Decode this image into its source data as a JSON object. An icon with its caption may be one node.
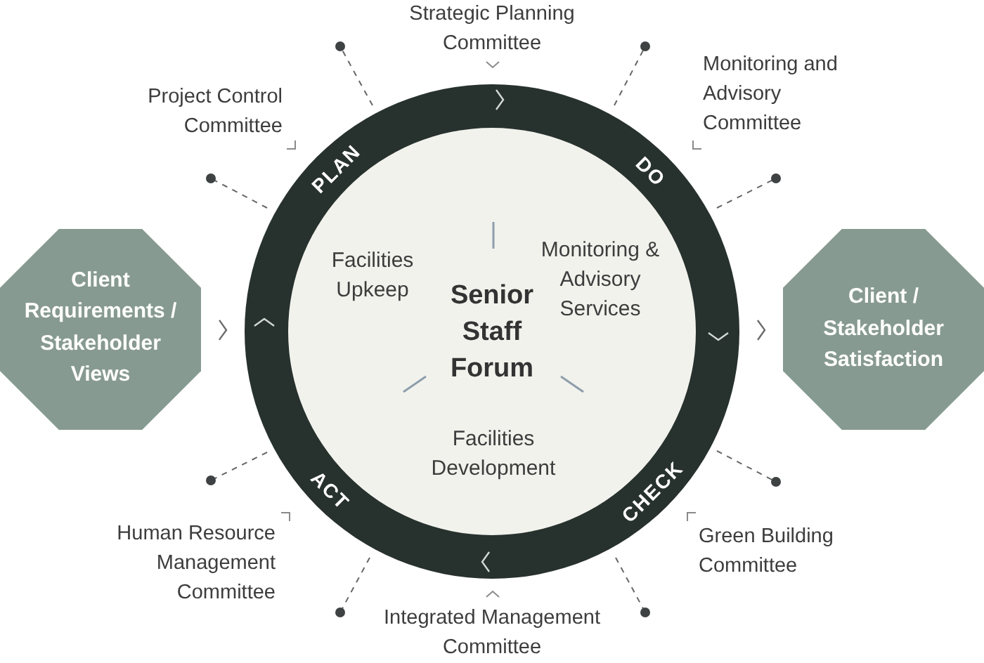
{
  "diagram": {
    "nodes": [
      {
        "text": [
          "Client Requirements / Stakeholder Views"
        ]
      },
      {
        "text": [
          "PLAN",
          "DO",
          "Facilities Upkeep",
          "Monitoring & Advisory Services",
          "Senior Staff Forum",
          "Facilities Development",
          "ACT",
          "CHECK"
        ]
      },
      {
        "text": [
          "Client / Stakeholder Satisfaction"
        ]
      }
    ],
    "edges": [
      {
        "from": 0,
        "to": 1,
        "arrow": "to"
      },
      {
        "from": 1,
        "to": 2,
        "arrow": "to"
      }
    ],
    "labels": [
      "Strategic Planning Committee",
      "Monitoring and Advisory Committee",
      "Project Control Committee",
      "Human Resource Management Committee",
      "Green Building Committee",
      "Integrated Management Committee"
    ]
  }
}
